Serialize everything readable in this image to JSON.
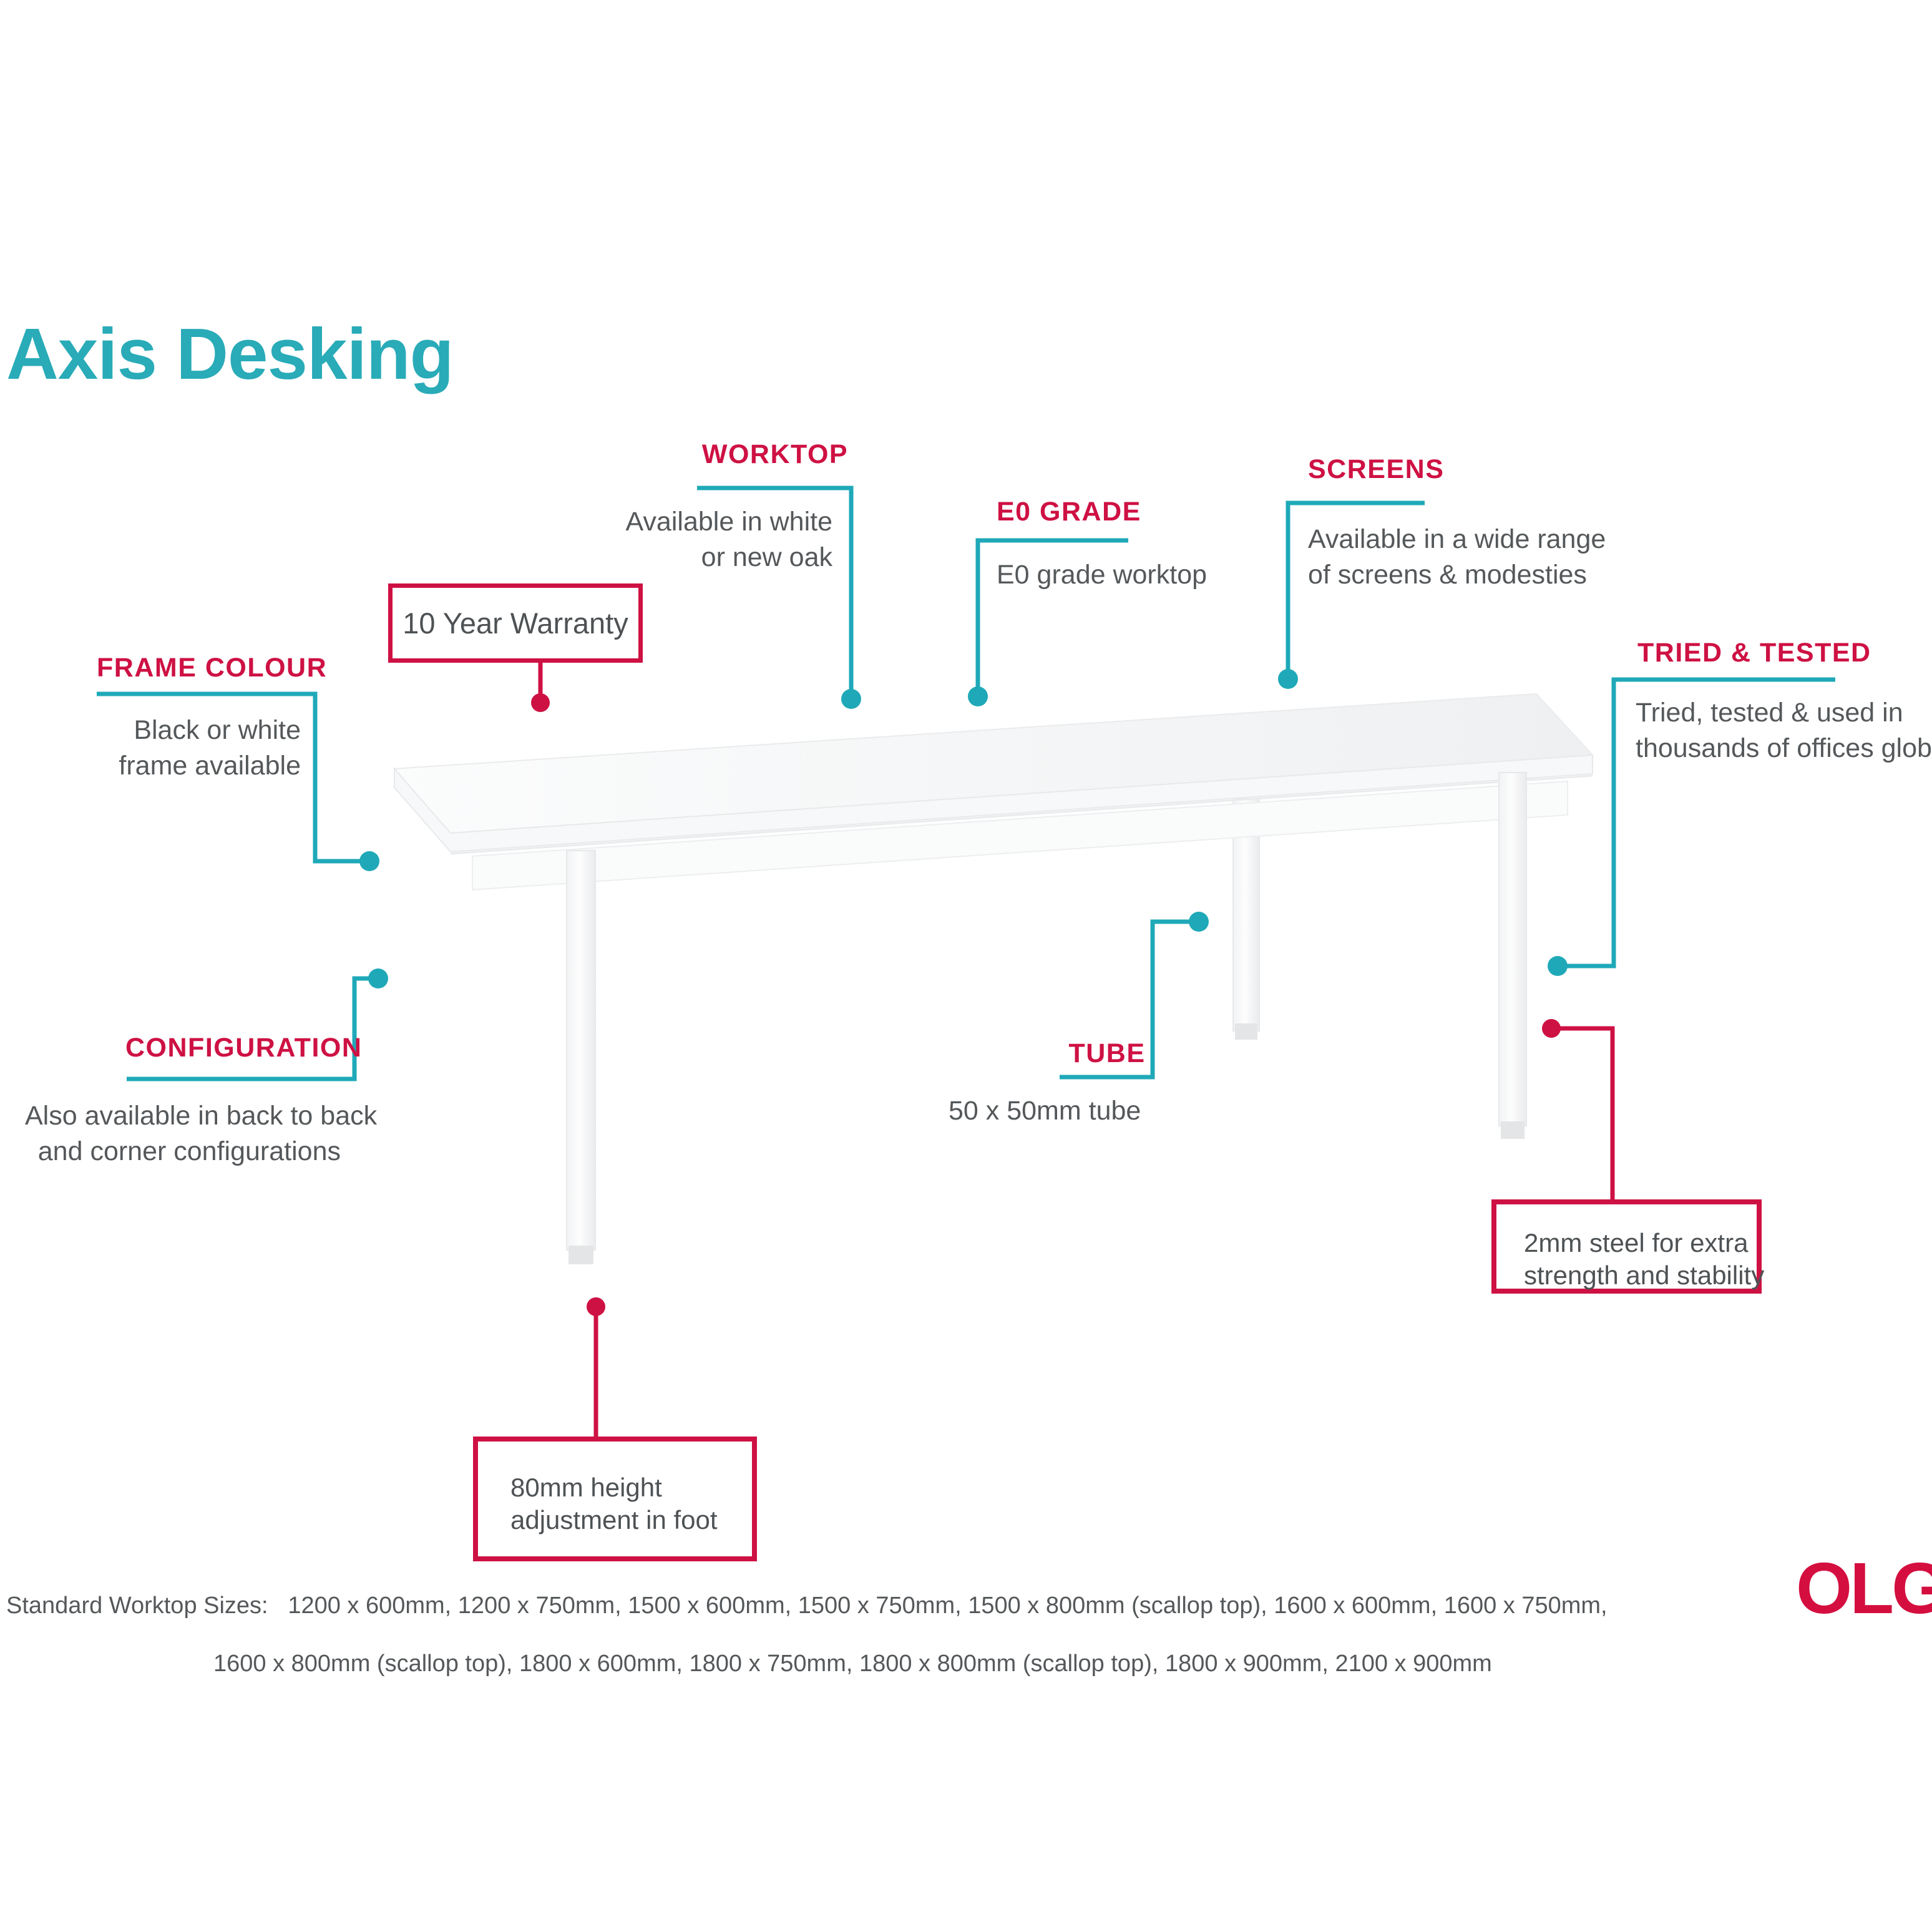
{
  "title": "Axis Desking",
  "colors": {
    "teal_accent": "#1fa9b8",
    "red_accent": "#ce1143",
    "body_text_gray": "#55585a",
    "logo_red": "#d40f3f"
  },
  "callouts": {
    "worktop": {
      "title": "WORKTOP",
      "line1": "Available in white",
      "line2": "or new oak"
    },
    "e0_grade": {
      "title": "E0 GRADE",
      "line1": "E0 grade worktop"
    },
    "screens": {
      "title": "SCREENS",
      "line1": "Available in a wide range",
      "line2": "of screens & modesties"
    },
    "tried_tested": {
      "title": "TRIED & TESTED",
      "line1": "Tried, tested & used in",
      "line2": "thousands of offices globally"
    },
    "frame_colour": {
      "title": "FRAME COLOUR",
      "line1": "Black or white",
      "line2": "frame available"
    },
    "configuration": {
      "title": "CONFIGURATION",
      "line1": "Also available in back to back",
      "line2": "and corner configurations"
    },
    "tube": {
      "title": "TUBE",
      "line1": "50 x 50mm tube"
    },
    "warranty_box": {
      "text": "10 Year Warranty"
    },
    "steel_box": {
      "line1": "2mm steel for extra",
      "line2": "strength and stability"
    },
    "foot_box": {
      "line1": "80mm height",
      "line2": "adjustment in foot"
    }
  },
  "footer": {
    "sizes_label": "Standard Worktop Sizes:",
    "sizes_line1": "1200 x 600mm, 1200 x 750mm, 1500 x 600mm, 1500 x 750mm, 1500 x 800mm (scallop top), 1600 x 600mm, 1600 x 750mm,",
    "sizes_line2": "1600 x 800mm (scallop top), 1800 x 600mm, 1800 x 750mm, 1800 x 800mm (scallop top), 1800 x 900mm, 2100 x 900mm",
    "logo_text": "OLG"
  }
}
